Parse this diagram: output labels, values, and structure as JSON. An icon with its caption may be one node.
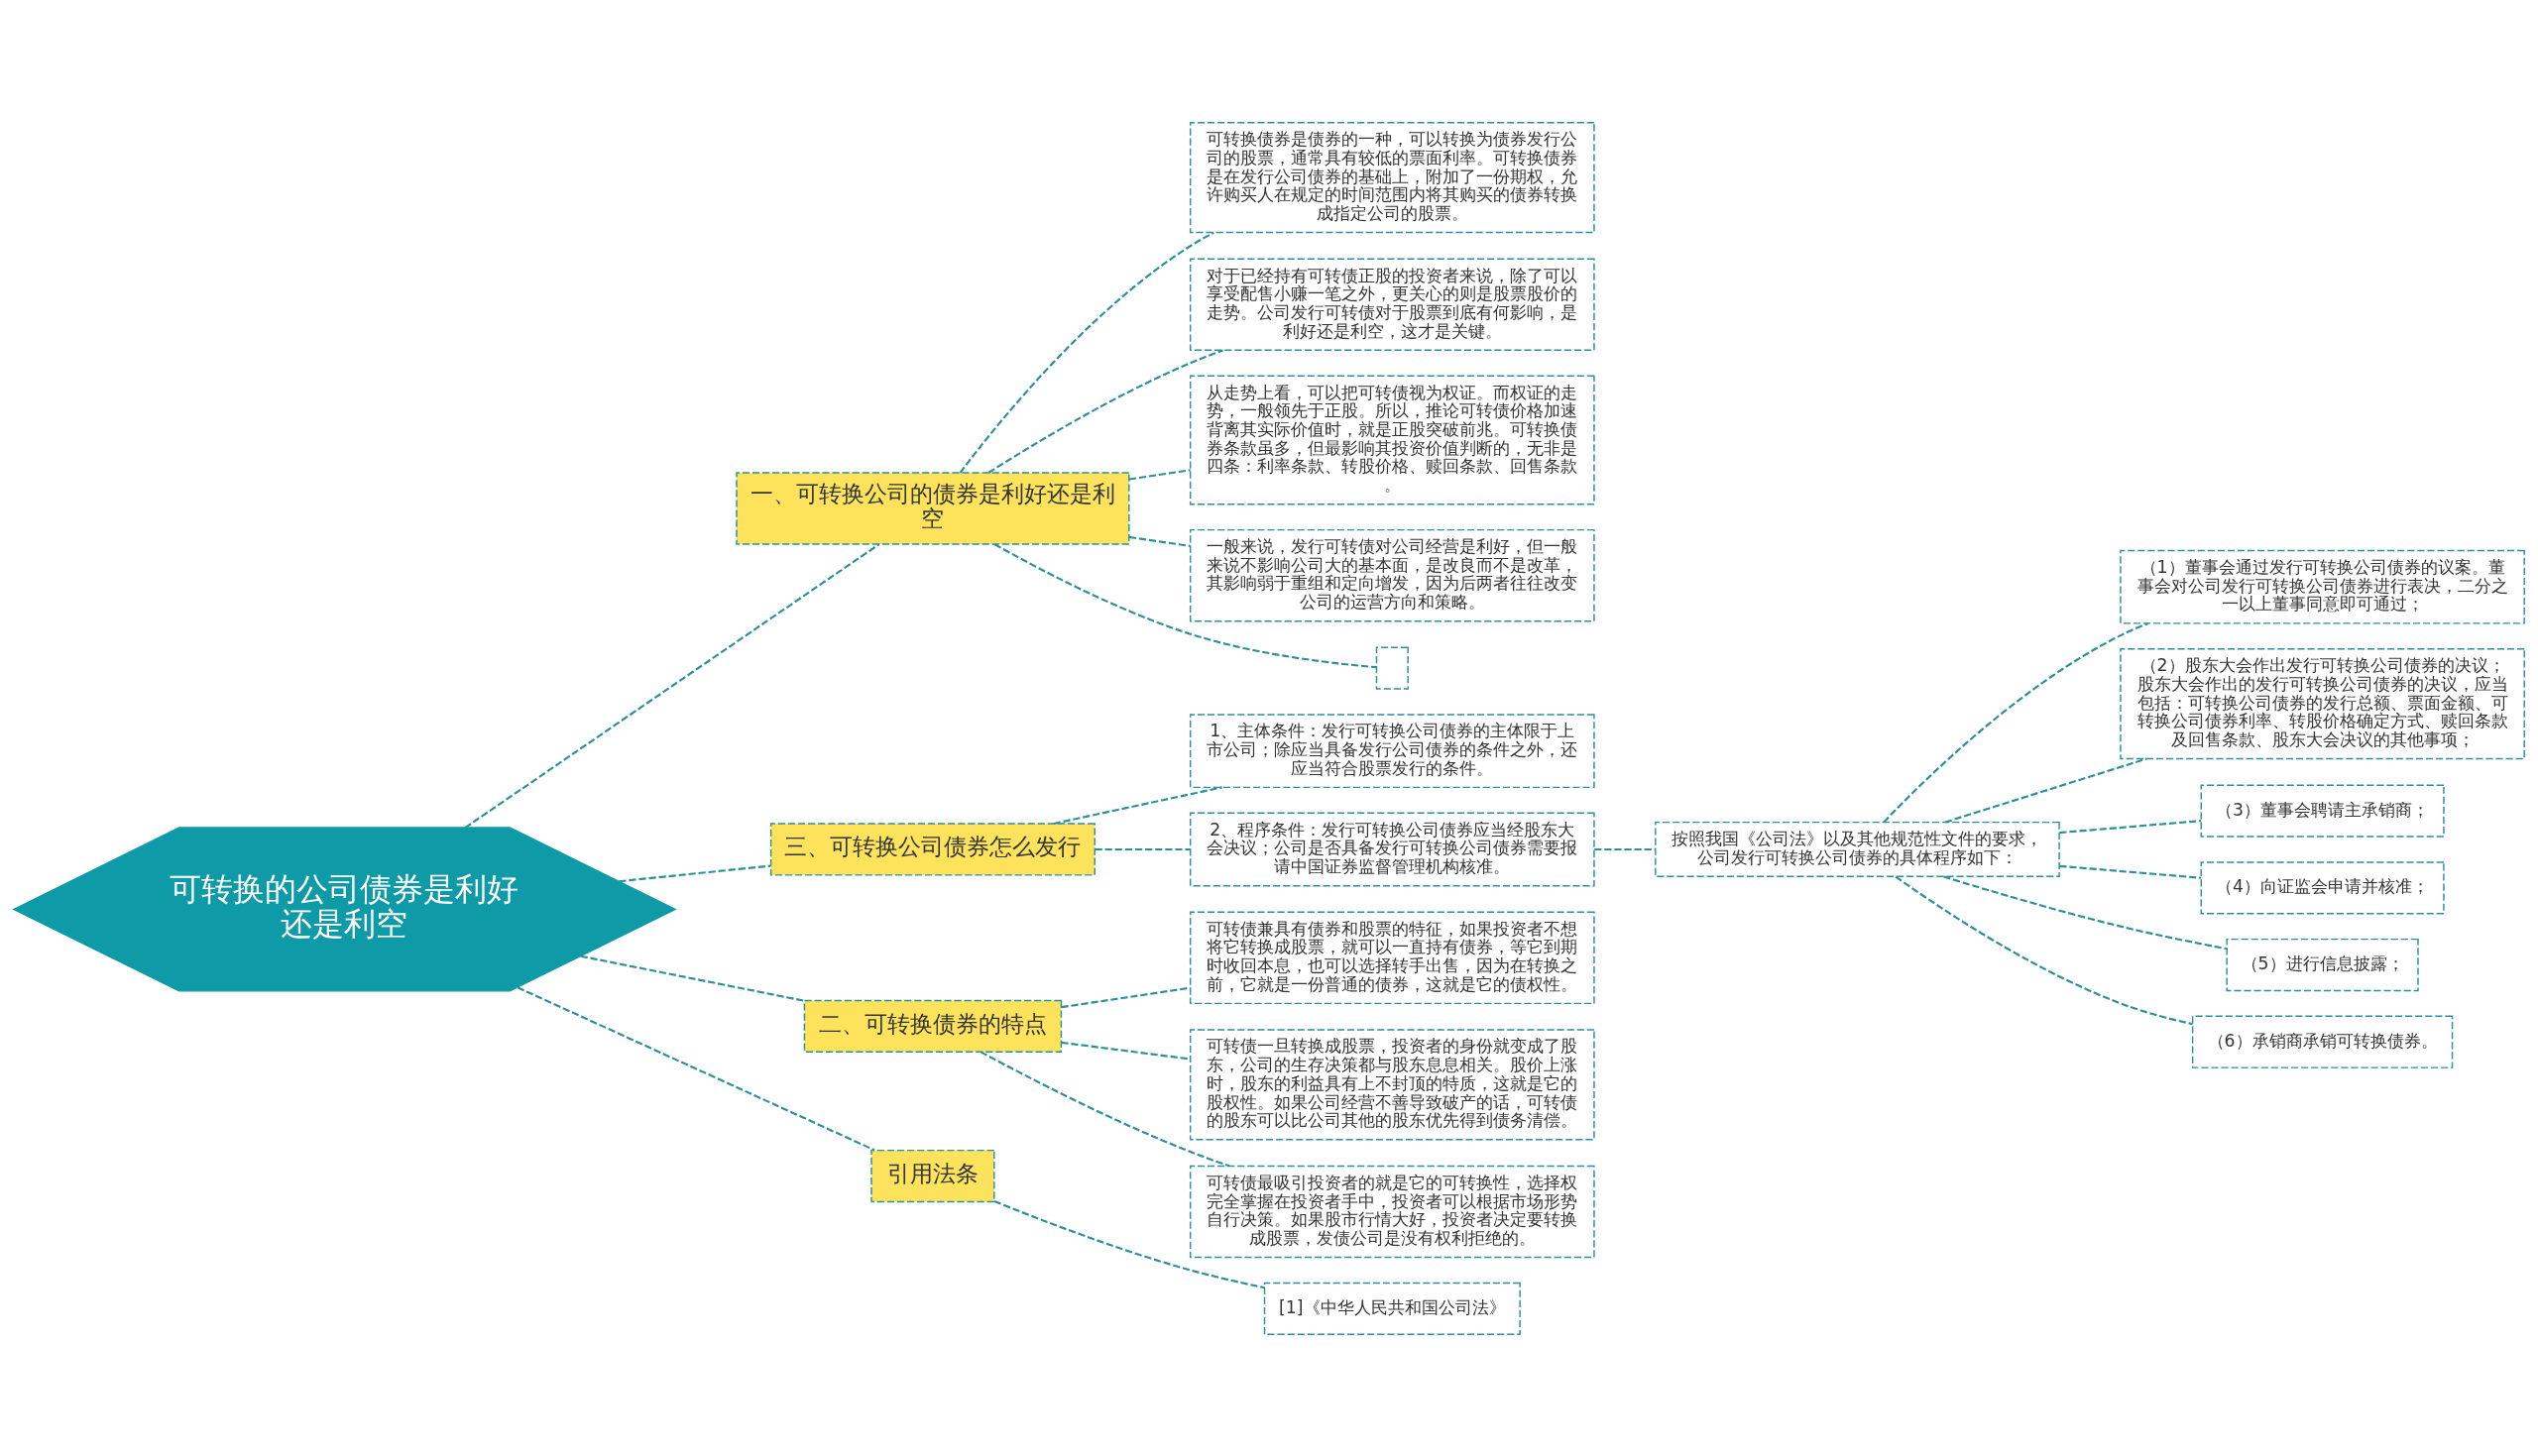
{
  "diagram": {
    "nodes": [
      {
        "text": [
          "可转换的公司债券是利好还是利空"
        ]
      },
      {
        "text": [
          "一、可转换公司的债券是利好还是利空"
        ]
      },
      {
        "text": [
          "可转换债券是债券的一种，可以转换为债券发行公司的股票，通常具有较低的票面利率。可转换债券是在发行公司债券的基础上，附加了一份期权，允许购买人在规定的时间范围内将其购买的债券转换成指定公司的股票。"
        ]
      },
      {
        "text": [
          "对于已经持有可转债正股的投资者来说，除了可以享受配售小赚一笔之外，更关心的则是股票股价的走势。公司发行可转债对于股票到底有何影响，是利好还是利空，这才是关键。"
        ]
      },
      {
        "text": [
          "从走势上看，可以把可转债视为权证。而权证的走势，一般领先于正股。所以，推论可转债价格加速背离其实际价值时，就是正股突破前兆。可转换债券条款虽多，但最影响其投资价值判断的，无非是四条：利率条款、转股价格、赎回条款、回售条款。"
        ]
      },
      {
        "text": [
          "一般来说，发行可转债对公司经营是利好，但一般来说不影响公司大的基本面，是改良而不是改革，其影响弱于重组和定向增发，因为后两者往往改变公司的运营方向和策略。"
        ]
      },
      {
        "text": [],
        "shape": "box"
      },
      {
        "text": [
          "三、可转换公司债券怎么发行"
        ]
      },
      {
        "text": [
          "1、主体条件：发行可转换公司债券的主体限于上市公司；除应当具备发行公司债券的条件之外，还应当符合股票发行的条件。"
        ]
      },
      {
        "text": [
          "2、程序条件：发行可转换公司债券应当经股东大会决议；公司是否具备发行可转换公司债券需要报请中国证券监督管理机构核准。"
        ]
      },
      {
        "text": [
          "按照我国《公司法》以及其他规范性文件的要求，公司发行可转换公司债券的具体程序如下："
        ]
      },
      {
        "text": [
          "（1）董事会通过发行可转换公司债券的议案。董事会对公司发行可转换公司债券进行表决，二分之一以上董事同意即可通过；"
        ]
      },
      {
        "text": [
          "（2）股东大会作出发行可转换公司债券的决议；股东大会作出的发行可转换公司债券的决议，应当包括：可转换公司债券的发行总额、票面金额、可转换公司债券利率、转股价格确定方式、赎回条款及回售条款、股东大会决议的其他事项；"
        ]
      },
      {
        "text": [
          "（3）董事会聘请主承销商；"
        ]
      },
      {
        "text": [
          "（4）向证监会申请并核准；"
        ]
      },
      {
        "text": [
          "（5）进行信息披露；"
        ]
      },
      {
        "text": [
          "（6）承销商承销可转换债券。"
        ]
      },
      {
        "text": [
          "二、可转换债券的特点"
        ]
      },
      {
        "text": [
          "可转债兼具有债券和股票的特征，如果投资者不想将它转换成股票，就可以一直持有债券，等它到期时收回本息，也可以选择转手出售，因为在转换之前，它就是一份普通的债券，这就是它的债权性。"
        ]
      },
      {
        "text": [
          "可转债一旦转换成股票，投资者的身份就变成了股东，公司的生存决策都与股东息息相关。股价上涨时，股东的利益具有上不封顶的特质，这就是它的股权性。如果公司经营不善导致破产的话，可转债的股东可以比公司其他的股东优先得到债务清偿。"
        ]
      },
      {
        "text": [
          "可转债最吸引投资者的就是它的可转换性，选择权完全掌握在投资者手中，投资者可以根据市场形势自行决策。如果股市行情大好，投资者决定要转换成股票，发债公司是没有权利拒绝的。"
        ]
      },
      {
        "text": [
          "引用法条"
        ]
      },
      {
        "text": [
          "[1]《中华人民共和国公司法》"
        ]
      }
    ],
    "edges": [
      {
        "from": 0,
        "to": 1,
        "arrow": "none",
        "style": "dashed"
      },
      {
        "from": 1,
        "to": 2,
        "arrow": "none",
        "style": "dashed"
      },
      {
        "from": 1,
        "to": 3,
        "arrow": "none",
        "style": "dashed"
      },
      {
        "from": 1,
        "to": 4,
        "arrow": "none",
        "style": "dashed"
      },
      {
        "from": 1,
        "to": 5,
        "arrow": "none",
        "style": "dashed"
      },
      {
        "from": 1,
        "to": 6,
        "arrow": "none",
        "style": "dashed"
      },
      {
        "from": 0,
        "to": 7,
        "arrow": "none",
        "style": "dashed"
      },
      {
        "from": 7,
        "to": 8,
        "arrow": "none",
        "style": "dashed"
      },
      {
        "from": 7,
        "to": 9,
        "arrow": "none",
        "style": "dashed"
      },
      {
        "from": 9,
        "to": 10,
        "arrow": "none",
        "style": "dashed"
      },
      {
        "from": 10,
        "to": 11,
        "arrow": "none",
        "style": "dashed"
      },
      {
        "from": 10,
        "to": 12,
        "arrow": "none",
        "style": "dashed"
      },
      {
        "from": 10,
        "to": 13,
        "arrow": "none",
        "style": "dashed"
      },
      {
        "from": 10,
        "to": 14,
        "arrow": "none",
        "style": "dashed"
      },
      {
        "from": 10,
        "to": 15,
        "arrow": "none",
        "style": "dashed"
      },
      {
        "from": 10,
        "to": 16,
        "arrow": "none",
        "style": "dashed"
      },
      {
        "from": 0,
        "to": 17,
        "arrow": "none",
        "style": "dashed"
      },
      {
        "from": 17,
        "to": 18,
        "arrow": "none",
        "style": "dashed"
      },
      {
        "from": 17,
        "to": 19,
        "arrow": "none",
        "style": "dashed"
      },
      {
        "from": 17,
        "to": 20,
        "arrow": "none",
        "style": "dashed"
      },
      {
        "from": 0,
        "to": 21,
        "arrow": "none",
        "style": "dashed"
      },
      {
        "from": 21,
        "to": 22,
        "arrow": "none",
        "style": "dashed"
      }
    ]
  }
}
